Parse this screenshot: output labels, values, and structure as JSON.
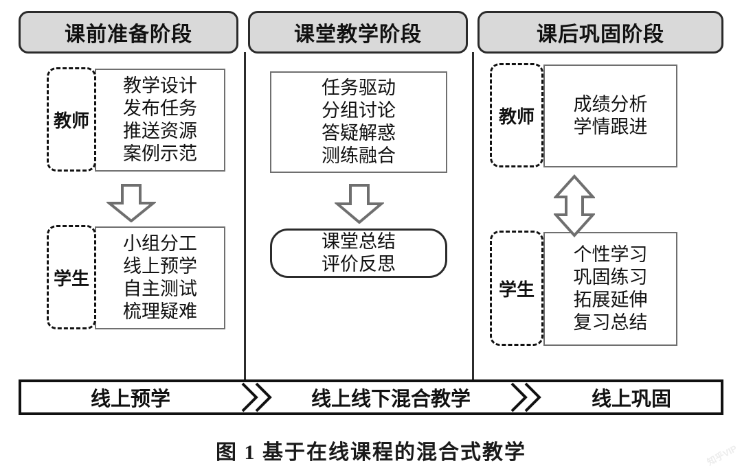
{
  "figure": {
    "caption": "图 1 基于在线课程的混合式教学",
    "watermark": "知乎VIP"
  },
  "colors": {
    "header_fill": "#d9d9d9",
    "header_stroke": "#2b2b2b",
    "box_stroke": "#6f6f6f",
    "bar_stroke": "#111111",
    "page_background": "#ffffff"
  },
  "columns": [
    {
      "header": "课前准备阶段",
      "roles": [
        {
          "label": "教师",
          "items": [
            "教学设计",
            "发布任务",
            "推送资源",
            "案例示范"
          ]
        },
        {
          "label": "学生",
          "items": [
            "小组分工",
            "线上预学",
            "自主测试",
            "梳理疑难"
          ]
        }
      ],
      "connector": "down-arrow",
      "flow_label": "线上预学"
    },
    {
      "header": "课堂教学阶段",
      "roles": [
        {
          "label": "",
          "items": [
            "任务驱动",
            "分组讨论",
            "答疑解惑",
            "测练融合"
          ]
        },
        {
          "label": "",
          "items": [
            "课堂总结",
            "评价反思"
          ]
        }
      ],
      "connector": "down-arrow",
      "flow_label": "线上线下混合教学"
    },
    {
      "header": "课后巩固阶段",
      "roles": [
        {
          "label": "教师",
          "items": [
            "成绩分析",
            "学情跟进"
          ]
        },
        {
          "label": "学生",
          "items": [
            "个性学习",
            "巩固练习",
            "拓展延伸",
            "复习总结"
          ]
        }
      ],
      "connector": "double-arrow",
      "flow_label": "线上巩固"
    }
  ],
  "flow_bar": {
    "segments": [
      "线上预学",
      "线上线下混合教学",
      "线上巩固"
    ],
    "separator": "chevron-right"
  }
}
